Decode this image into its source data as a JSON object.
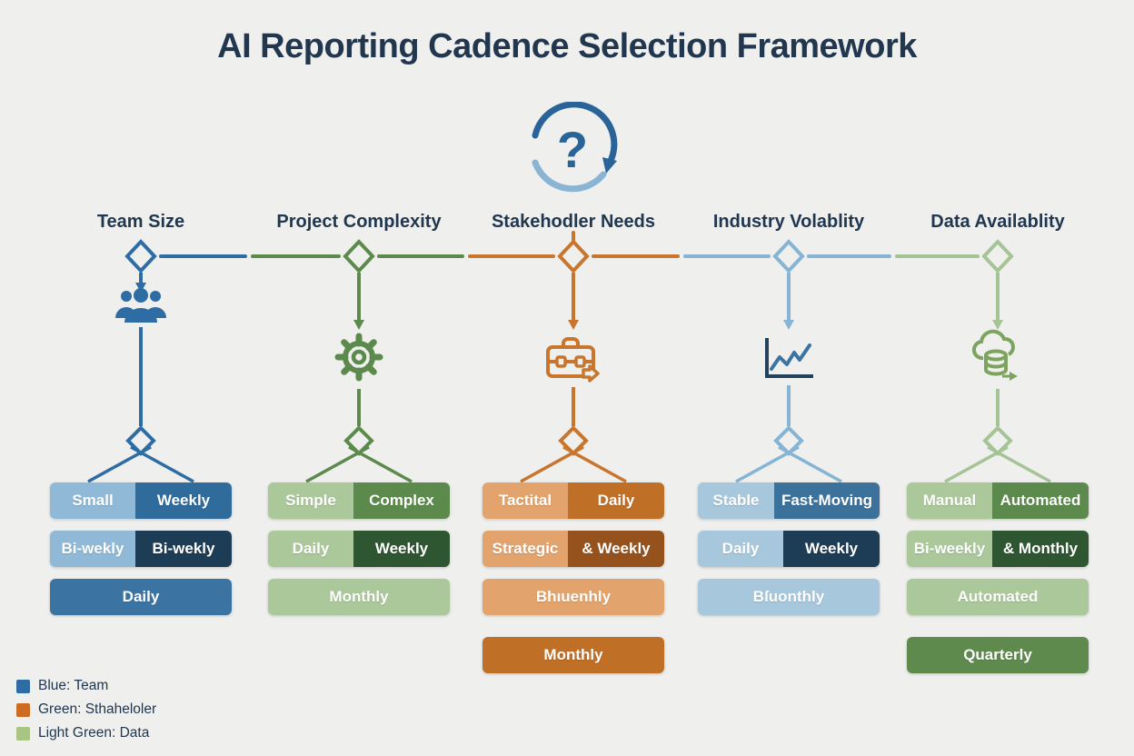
{
  "title": "AI Reporting Cadence Selection Framework",
  "background": "#efefed",
  "center_icon": {
    "glyph": "?",
    "color": "#2a6398",
    "light_color": "#8ab4d4"
  },
  "columns": [
    {
      "header": "Team Size",
      "icon": "people-icon",
      "accent": "#2e6da4",
      "rows": [
        {
          "left": "Small",
          "right": "Weekly",
          "left_color": "#8fb9d6",
          "right_color": "#2f6b9b"
        },
        {
          "left": "Bi-wekly",
          "right": "Bi-wekly",
          "left_color": "#8fb9d6",
          "right_color": "#1d3c55"
        },
        {
          "label": "Daily",
          "color": "#3b73a3"
        }
      ]
    },
    {
      "header": "Project Complexity",
      "icon": "gear-icon",
      "accent": "#5c8a4c",
      "rows": [
        {
          "left": "Simple",
          "right": "Complex",
          "left_color": "#abc89b",
          "right_color": "#5c8a4c"
        },
        {
          "left": "Daily",
          "right": "Weekly",
          "left_color": "#abc89b",
          "right_color": "#2e5631"
        },
        {
          "label": "Monthly",
          "color": "#abc89b"
        }
      ]
    },
    {
      "header": "Stakehodler Needs",
      "icon": "briefcase-icon",
      "accent": "#c8762d",
      "rows": [
        {
          "left": "Tactital",
          "right": "Daily",
          "left_color": "#e2a36c",
          "right_color": "#c06f27"
        },
        {
          "left": "Strategic",
          "right": "& Weekly",
          "left_color": "#e2a36c",
          "right_color": "#96521d"
        },
        {
          "label": "Bhıuenhly",
          "color": "#e2a36c"
        },
        {
          "label": "Monthly",
          "color": "#c06f27"
        }
      ]
    },
    {
      "header": "Industry Volablity",
      "icon": "chart-icon",
      "accent": "#85b4d4",
      "icon_colors": {
        "axis": "#23425c",
        "line": "#3b73a3"
      },
      "rows": [
        {
          "left": "Stable",
          "right": "Fast-Moving",
          "left_color": "#a7c7dc",
          "right_color": "#3c719c"
        },
        {
          "left": "Daily",
          "right": "Weekly",
          "left_color": "#a7c7dc",
          "right_color": "#1d3c55"
        },
        {
          "label": "Bſuonthly",
          "color": "#a7c7dc"
        }
      ]
    },
    {
      "header": "Data Availablity",
      "icon": "cloud-database-icon",
      "accent": "#a5c495",
      "icon_color": "#7ca45f",
      "rows": [
        {
          "left": "Manual",
          "right": "Automated",
          "left_color": "#abc89b",
          "right_color": "#5c8a4c"
        },
        {
          "left": "Bi-weekly",
          "right": "& Monthly",
          "left_color": "#abc89b",
          "right_color": "#2e5631"
        },
        {
          "label": "Automated",
          "color": "#abc89b"
        },
        {
          "label": "Quarterly",
          "color": "#5f8a4e"
        }
      ]
    }
  ],
  "legend": {
    "items": [
      {
        "label": "Blue: Team",
        "color": "#2e6da4"
      },
      {
        "label": "Green: Sthaheloler",
        "color": "#cc6b21"
      },
      {
        "label": "Light Green: Data",
        "color": "#a8c583"
      }
    ]
  }
}
